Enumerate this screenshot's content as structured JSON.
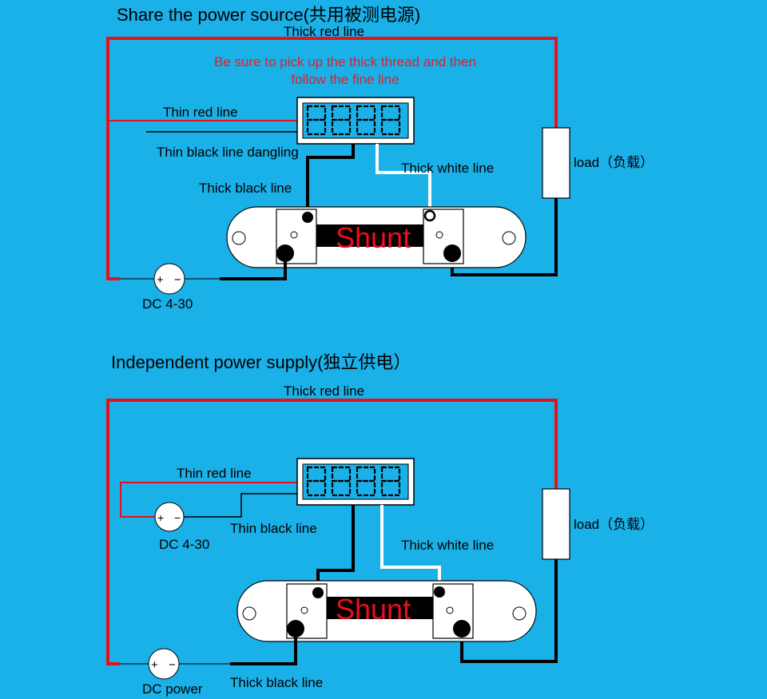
{
  "colors": {
    "background": "#1ab0e8",
    "thick_red": "#e8101a",
    "thin_red": "#e8101a",
    "black": "#000000",
    "white": "#ffffff",
    "note_text": "#e0202a"
  },
  "top": {
    "title": "Share the power source(共用被测电源)",
    "thick_red_label": "Thick red line",
    "note_line1": "Be sure to pick up the thick thread and then",
    "note_line2": "follow the fine line",
    "thin_red_label": "Thin red line",
    "thin_black_label": "Thin black line dangling",
    "thick_black_label": "Thick black line",
    "thick_white_label": "Thick white line",
    "load_label": "load（负载）",
    "shunt_label": "Shunt",
    "dc_label": "DC 4-30",
    "plus": "+",
    "minus": "−",
    "display_digits": "8888"
  },
  "bottom": {
    "title": "Independent power supply(独立供电）",
    "thick_red_label": "Thick red line",
    "thin_red_label": "Thin red line",
    "thin_black_label": "Thin black line",
    "dc_small_label": "DC 4-30",
    "thick_white_label": "Thick white line",
    "load_label": "load（负载）",
    "shunt_label": "Shunt",
    "dc_power_label": "DC power",
    "thick_black_label": "Thick black line",
    "plus": "+",
    "minus": "−",
    "display_digits": "8888"
  }
}
